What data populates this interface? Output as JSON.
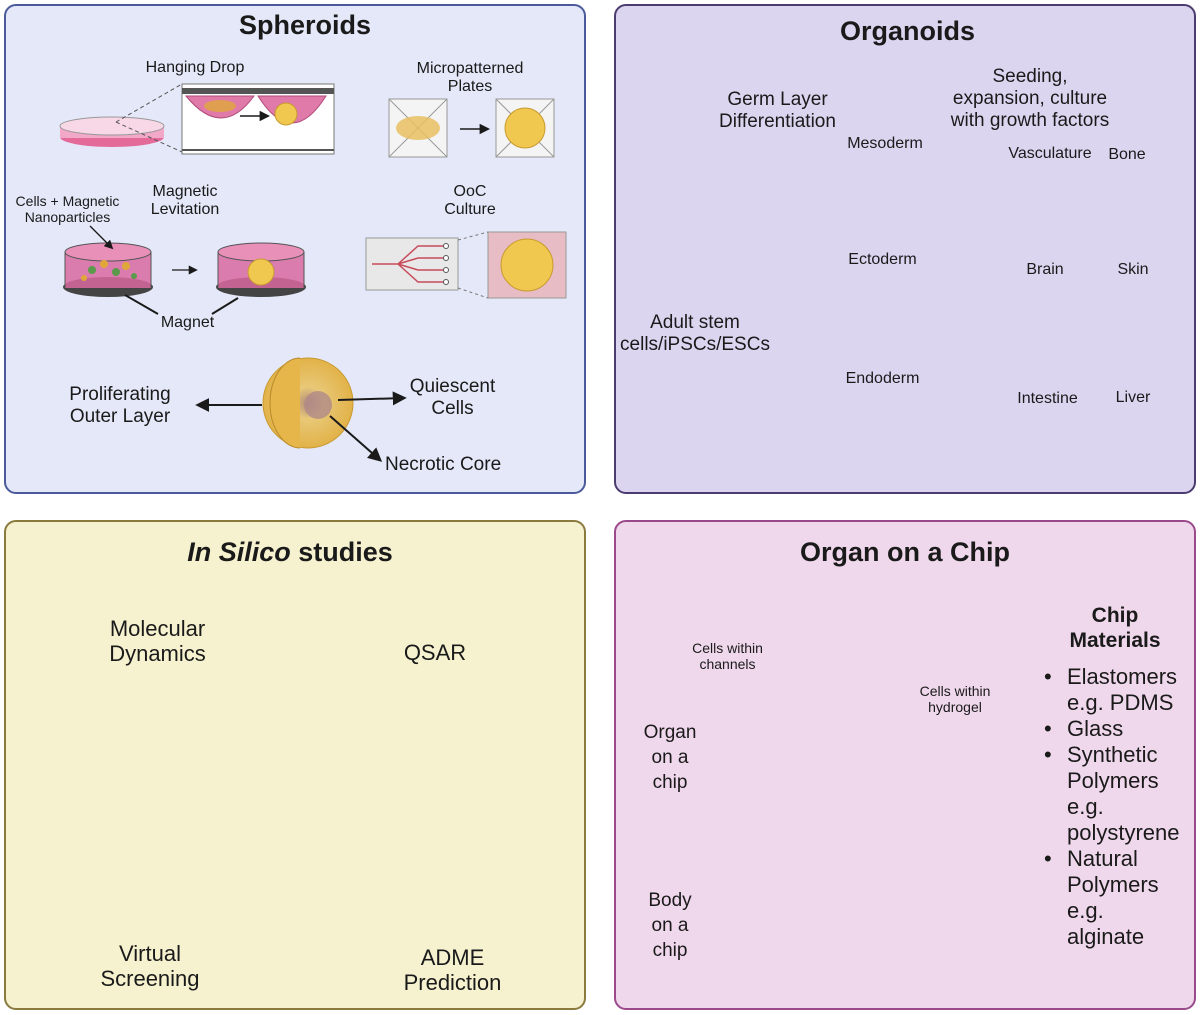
{
  "spheroids": {
    "title": "Spheroids",
    "hanging_drop": "Hanging Drop",
    "micropatterned": [
      "Micropatterned",
      "Plates"
    ],
    "magnetic_levitation": [
      "Magnetic",
      "Levitation"
    ],
    "cells_magnetic": [
      "Cells + Magnetic",
      "Nanoparticles"
    ],
    "magnet": "Magnet",
    "ooc_culture": [
      "OoC",
      "Culture"
    ],
    "proliferating": [
      "Proliferating",
      "Outer Layer"
    ],
    "quiescent": [
      "Quiescent",
      "Cells"
    ],
    "necrotic": "Necrotic Core"
  },
  "organoids": {
    "title": "Organoids",
    "germ_layer": [
      "Germ Layer",
      "Differentiation"
    ],
    "seeding": [
      "Seeding,",
      "expansion, culture",
      "with growth factors"
    ],
    "mesoderm": "Mesoderm",
    "ectoderm": "Ectoderm",
    "endoderm": "Endoderm",
    "stem_cells": [
      "Adult stem",
      "cells/iPSCs/ESCs"
    ],
    "vasculature": "Vasculature",
    "bone": "Bone",
    "brain": "Brain",
    "skin": "Skin",
    "intestine": "Intestine",
    "liver": "Liver"
  },
  "in_silico": {
    "title_italic": "In Silico",
    "title_rest": " studies",
    "molecular_dynamics": [
      "Molecular",
      "Dynamics"
    ],
    "qsar": "QSAR",
    "virtual_screening": [
      "Virtual",
      "Screening"
    ],
    "adme": [
      "ADME",
      "Prediction"
    ]
  },
  "organ_chip": {
    "title": "Organ on a Chip",
    "cells_channels": [
      "Cells within",
      "channels"
    ],
    "cells_hydrogel": [
      "Cells within",
      "hydrogel"
    ],
    "organ_on_chip": [
      "Organ",
      "on a",
      "chip"
    ],
    "body_on_chip": [
      "Body",
      "on a",
      "chip"
    ],
    "materials_title": [
      "Chip",
      "Materials"
    ],
    "materials": [
      [
        "Elastomers",
        "e.g. PDMS"
      ],
      [
        "Glass"
      ],
      [
        "Synthetic",
        "Polymers",
        "e.g.",
        "polystyrene"
      ],
      [
        "Natural",
        "Polymers",
        "e.g.",
        "alginate"
      ]
    ]
  },
  "colors": {
    "spheroid_panel": "#e4e8f8",
    "organoid_panel": "#dcd5f0",
    "in_silico_panel": "#f6f2cf",
    "chip_panel": "#f0d8ec",
    "mesoderm_cells": "#e0a83a",
    "ectoderm_cells": "#4a5aa8",
    "endoderm_cells": "#a8304f",
    "chip_channel": "#d0505a"
  },
  "icons": [
    "petri-dish-icon",
    "spheroid-icon",
    "magnet-icon",
    "laptop-icon",
    "organ-chip-icon",
    "molecule-icon"
  ]
}
